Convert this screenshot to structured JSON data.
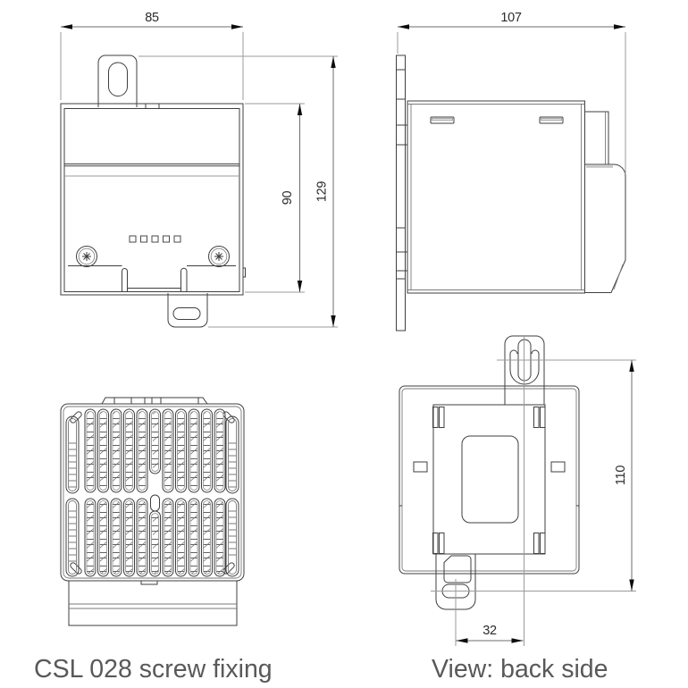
{
  "drawing": {
    "caption_left": "CSL 028 screw fixing",
    "caption_right": "View: back side",
    "dims": {
      "front_width": "85",
      "side_depth": "107",
      "body_height": "90",
      "total_height": "129",
      "fixing_pitch": "110",
      "fixing_offset": "32"
    },
    "colors": {
      "background": "#ffffff",
      "outline": "#3f3f3f",
      "dimension_line": "#6e6e6e",
      "extension_line": "#9b9b9b",
      "arrow": "#0d0d0d",
      "dimension_text": "#2b2b2b",
      "caption_text": "#595959"
    }
  }
}
